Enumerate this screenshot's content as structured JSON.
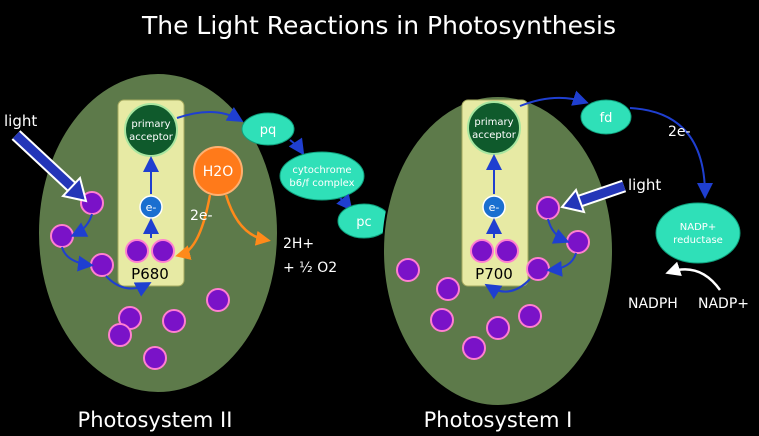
{
  "title": "The Light Reactions in Photosynthesis",
  "colors": {
    "background": "#000000",
    "photosystem_fill": "#5d7a4a",
    "core_fill": "#e7eaa4",
    "pigment_fill": "#7a12c8",
    "pigment_stroke": "#ff7fd0",
    "carrier_fill": "#2fe0b8",
    "acceptor_fill": "#0f5a2c",
    "electron_fill": "#1a6fd0",
    "water_fill": "#ff7a1a",
    "arrow_blue": "#1f3fd0"
  },
  "ps2": {
    "caption": "Photosystem II",
    "light_label": "light",
    "acceptor_line1": "primary",
    "acceptor_line2": "acceptor",
    "electron_label": "e-",
    "reaction_center": "P680",
    "two_e_label": "2e-",
    "water_label": "H2O",
    "protons_label": "2H+",
    "oxygen_label": "+ ½ O2"
  },
  "ps1": {
    "caption": "Photosystem I",
    "light_label": "light",
    "acceptor_line1": "primary",
    "acceptor_line2": "acceptor",
    "electron_label": "e-",
    "reaction_center": "P700"
  },
  "carriers": {
    "pq": "pq",
    "cytochrome_line1": "cytochrome",
    "cytochrome_line2": "b6/f complex",
    "pc": "pc",
    "fd": "fd",
    "two_e_label": "2e-",
    "reductase_line1": "NADP+",
    "reductase_line2": "reductase"
  },
  "products": {
    "nadph": "NADPH",
    "nadp_plus": "NADP+"
  }
}
